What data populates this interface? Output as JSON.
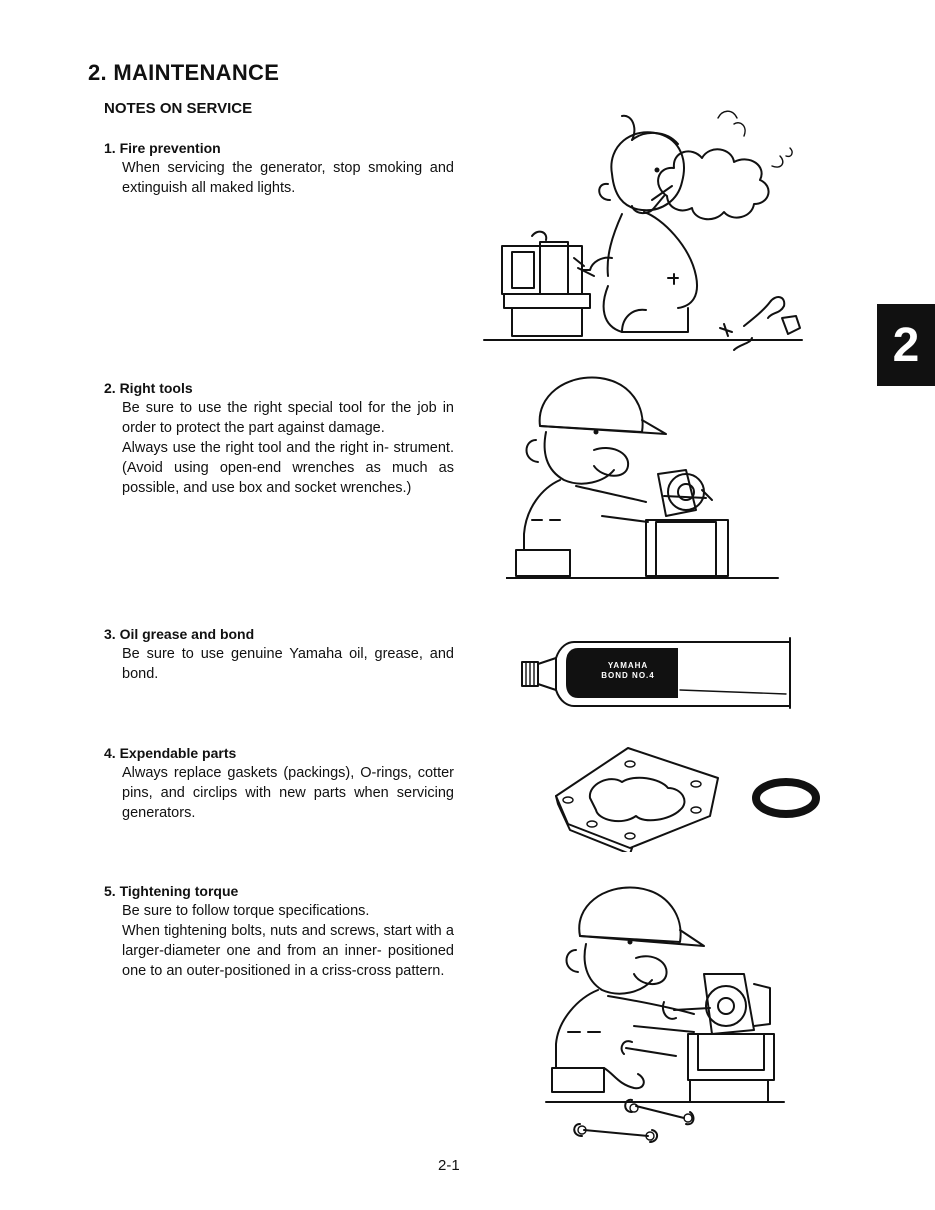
{
  "page": {
    "title": "2. MAINTENANCE",
    "section": "NOTES ON SERVICE",
    "chapter_tab": "2",
    "page_number": "2-1"
  },
  "items": [
    {
      "heading": "1. Fire prevention",
      "paragraphs": [
        "When servicing the generator, stop smoking and extinguish all maked lights."
      ]
    },
    {
      "heading": "2. Right tools",
      "paragraphs": [
        "Be sure to use the right special tool for the job in order to protect the part against damage.",
        "Always use the right tool and the right in- strument. (Avoid using open-end wrenches as much as possible, and use box and socket wrenches.)"
      ]
    },
    {
      "heading": "3. Oil grease and bond",
      "paragraphs": [
        "Be sure to use genuine Yamaha oil, grease, and bond."
      ]
    },
    {
      "heading": "4. Expendable parts",
      "paragraphs": [
        "Always replace gaskets (packings), O-rings, cotter pins, and circlips with new parts when servicing generators."
      ]
    },
    {
      "heading": "5. Tightening torque",
      "paragraphs": [
        "Be sure to follow torque specifications.",
        "When tightening bolts, nuts and screws, start with a larger-diameter one and from an inner- positioned one to an outer-positioned in a criss-cross pattern."
      ]
    }
  ],
  "illustrations": {
    "tube_label_line1": "YAMAHA",
    "tube_label_line2": "BOND NO.4",
    "icons": [
      "smoking-mechanic-illustration",
      "mechanic-with-wrench-illustration",
      "bond-tube-illustration",
      "gasket-and-o-ring-illustration",
      "mechanic-tightening-illustration"
    ]
  }
}
